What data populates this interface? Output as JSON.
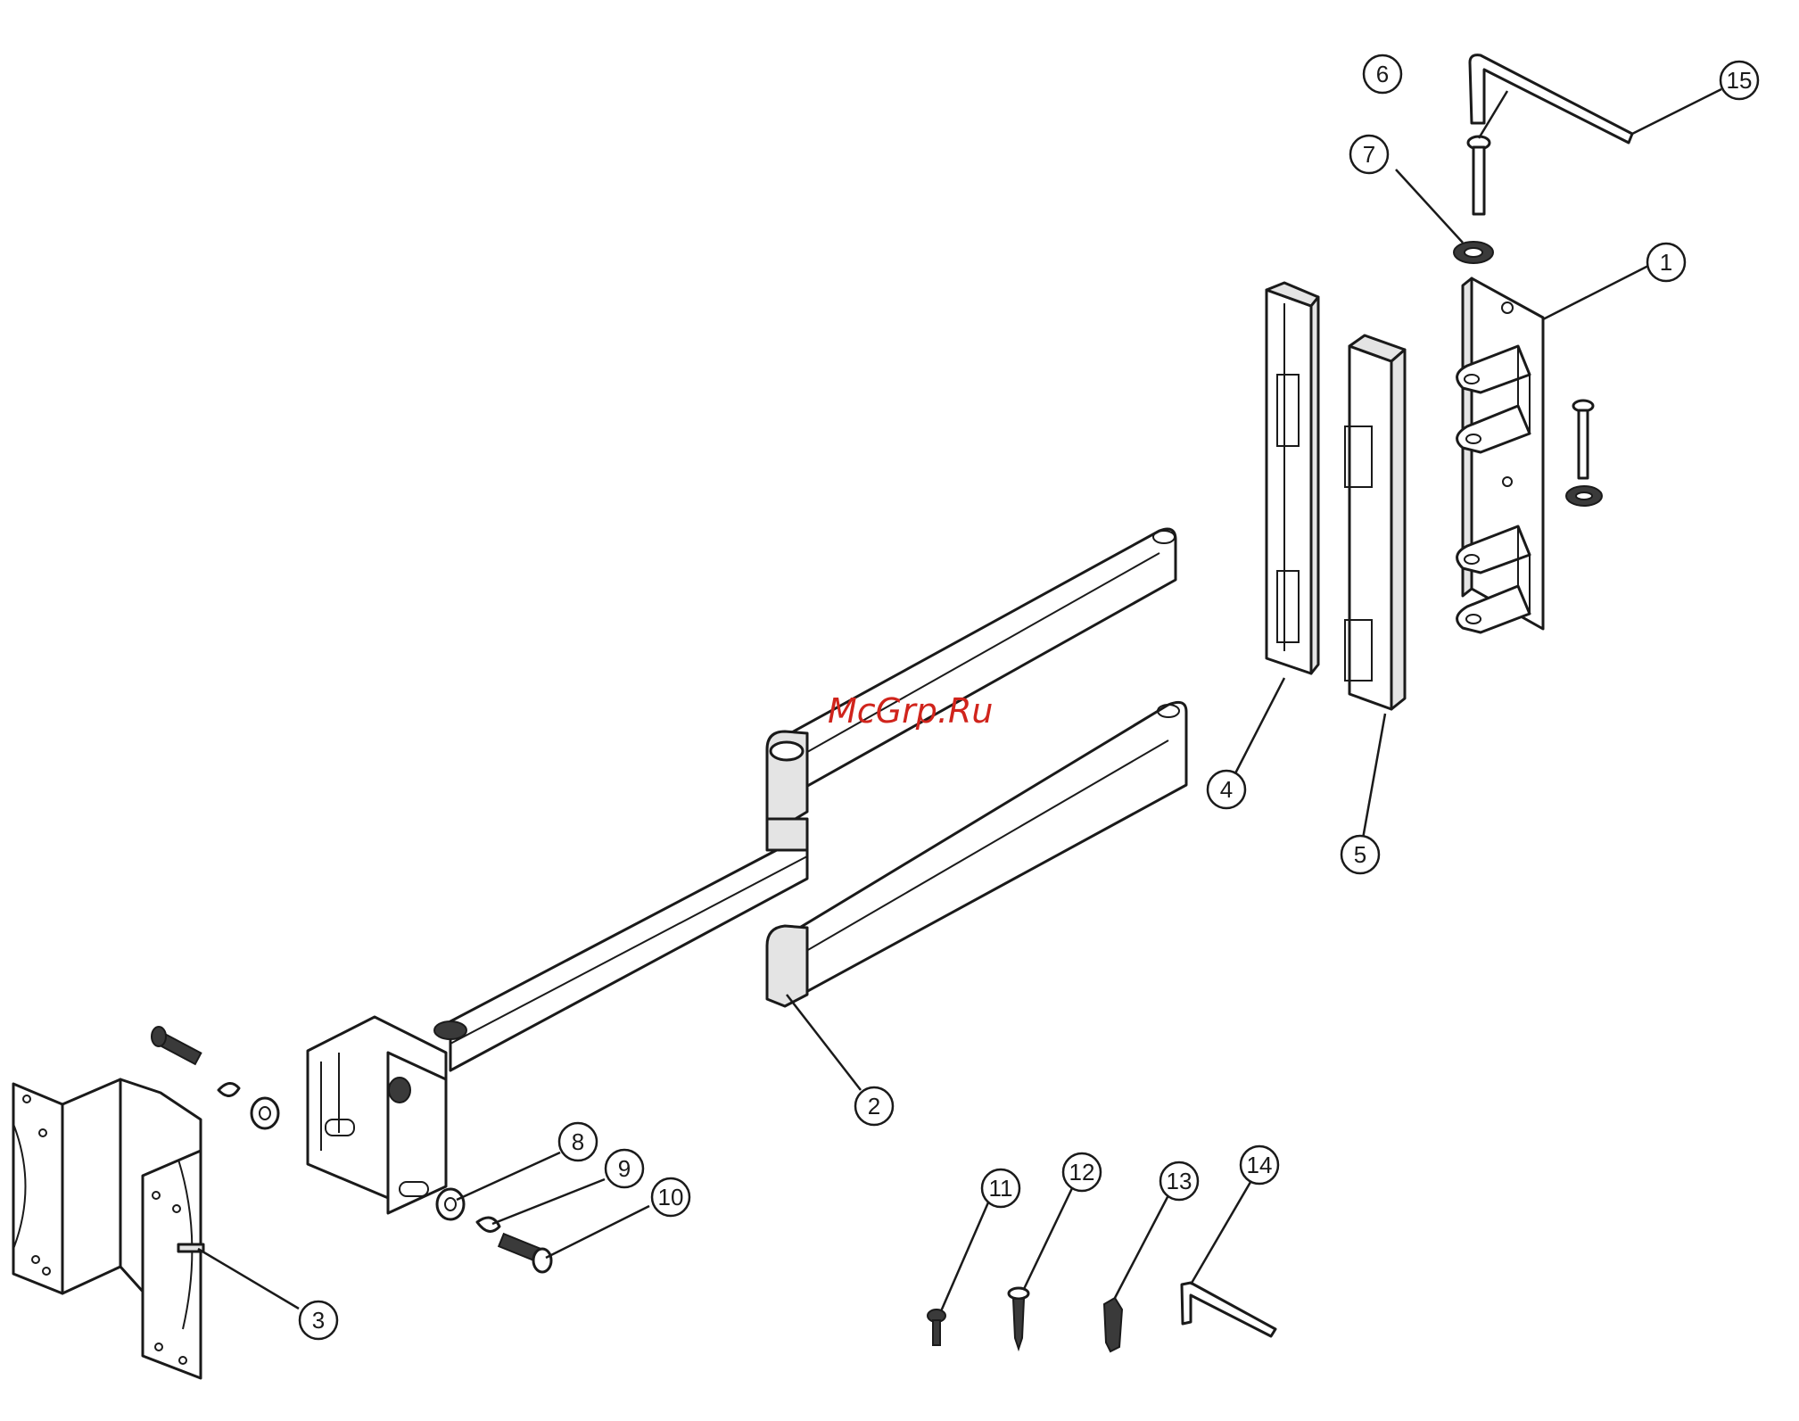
{
  "watermark": {
    "text": "McGrp.Ru",
    "color": "#d0241c"
  },
  "callouts": {
    "c1": "1",
    "c2": "2",
    "c3": "3",
    "c4": "4",
    "c5": "5",
    "c6": "6",
    "c7": "7",
    "c8": "8",
    "c9": "9",
    "c10": "10",
    "c11": "11",
    "c12": "12",
    "c13": "13",
    "c14": "14",
    "c15": "15"
  },
  "colors": {
    "line": "#1a1a1a",
    "part_fill": "#ffffff",
    "shade": "#e4e4e4"
  }
}
